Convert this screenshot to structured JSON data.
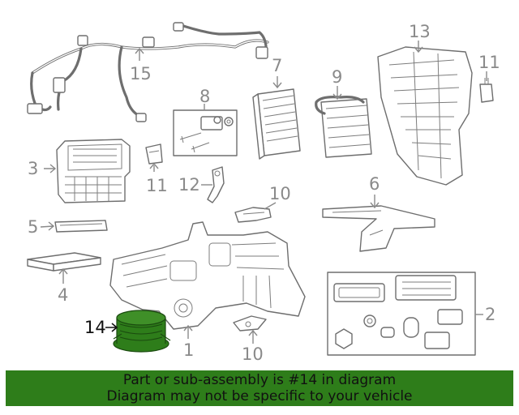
{
  "diagram": {
    "highlight_color": "#2e7d1a",
    "highlighted_callout": "14",
    "callouts": [
      "1",
      "2",
      "3",
      "4",
      "5",
      "6",
      "7",
      "8",
      "9",
      "10",
      "10",
      "11",
      "11",
      "12",
      "13",
      "14",
      "15"
    ]
  },
  "footer": {
    "line1": "Part or sub-assembly is #14 in diagram",
    "line2": "Diagram may not be specific to your vehicle",
    "background": "#2e7d1a"
  }
}
